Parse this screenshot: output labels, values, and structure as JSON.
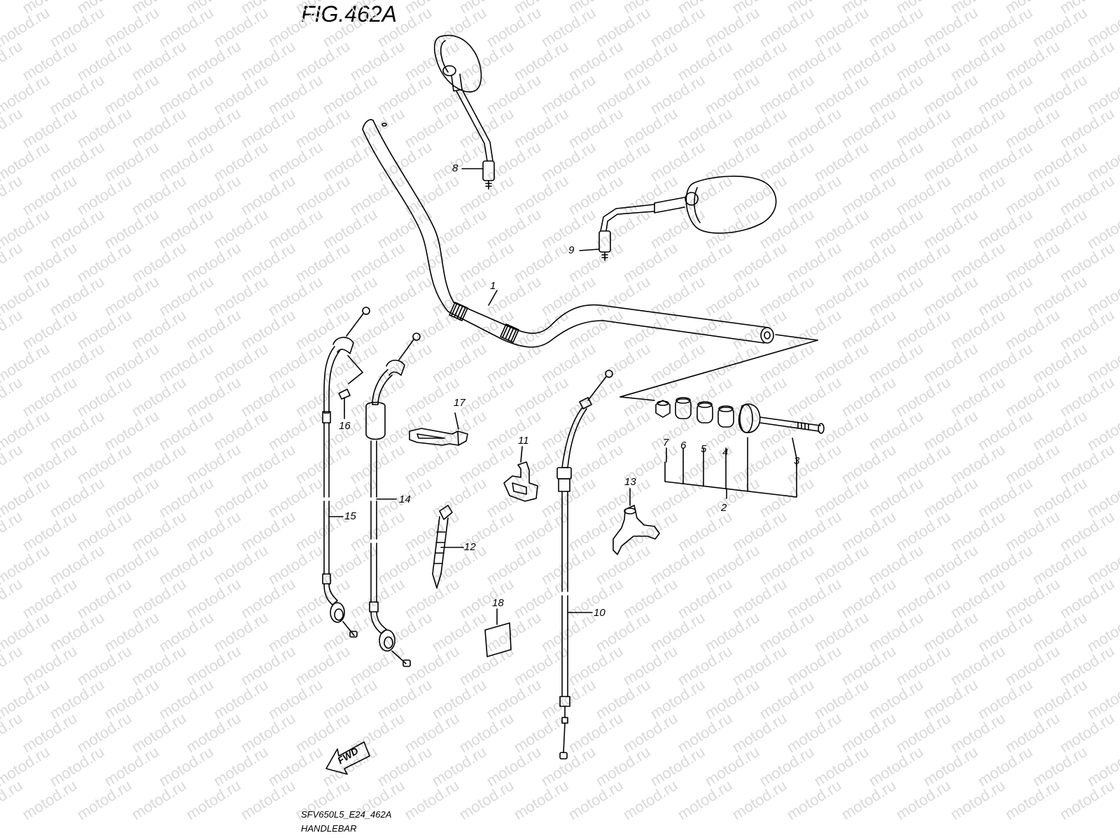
{
  "figure": {
    "title": "FIG.462A",
    "model_code": "SFV650L5_E24_462A",
    "section_name": "HANDLEBAR"
  },
  "watermark": {
    "text": "motod.ru",
    "color": "#d9d9d9"
  },
  "direction_marker": {
    "text": "FWD",
    "icon": "fwd-arrow-icon"
  },
  "colors": {
    "line": "#000000",
    "background": "#ffffff"
  },
  "callouts": [
    {
      "id": "c1",
      "label": "1"
    },
    {
      "id": "c2",
      "label": "2"
    },
    {
      "id": "c3",
      "label": "3"
    },
    {
      "id": "c4",
      "label": "4"
    },
    {
      "id": "c5",
      "label": "5"
    },
    {
      "id": "c6",
      "label": "6"
    },
    {
      "id": "c7",
      "label": "7"
    },
    {
      "id": "c8",
      "label": "8"
    },
    {
      "id": "c9",
      "label": "9"
    },
    {
      "id": "c10",
      "label": "10"
    },
    {
      "id": "c11",
      "label": "11"
    },
    {
      "id": "c12",
      "label": "12"
    },
    {
      "id": "c13",
      "label": "13"
    },
    {
      "id": "c14",
      "label": "14"
    },
    {
      "id": "c15",
      "label": "15"
    },
    {
      "id": "c16",
      "label": "16"
    },
    {
      "id": "c17",
      "label": "17"
    },
    {
      "id": "c18",
      "label": "18"
    }
  ]
}
